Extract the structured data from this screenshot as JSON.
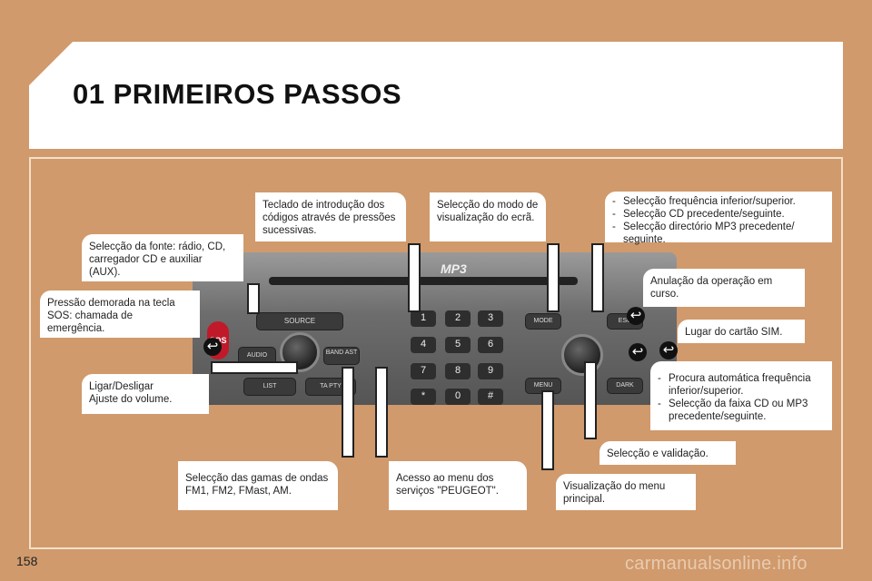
{
  "header": {
    "title": "01 PRIMEIROS PASSOS"
  },
  "page_number": "158",
  "watermark": "carmanualsonline.info",
  "device": {
    "brand_label": "MP3",
    "buttons": {
      "source": "SOURCE",
      "audio": "AUDIO",
      "band": "BAND AST",
      "list": "LIST",
      "ta_pty": "TA PTY",
      "mode": "MODE",
      "esc": "ESC",
      "menu": "MENU",
      "dark": "DARK",
      "sos": "SOS"
    },
    "keypad": [
      "1",
      "2",
      "3",
      "4",
      "5",
      "6",
      "7",
      "8",
      "9",
      "*",
      "0",
      "#"
    ]
  },
  "callouts": {
    "source_select": "Selecção da fonte: rádio, CD, carregador CD e auxiliar (AUX).",
    "sos_line1": "Pressão demorada na tecla",
    "sos_line2": "SOS: chamada de emergência.",
    "power_line1": "Ligar/Desligar",
    "power_line2": "Ajuste do volume.",
    "keypad_codes": "Teclado de introdução dos códigos através de pressões sucessivas.",
    "display_mode": "Selecção do modo de visualização do ecrã.",
    "freq_items": [
      "Selecção frequência inferior/superior.",
      "Selecção CD precedente/seguinte.",
      "Selecção directório MP3 precedente/ seguinte."
    ],
    "cancel": "Anulação da operação em curso.",
    "sim": "Lugar do cartão SIM.",
    "auto_items": [
      "Procura automática frequência inferior/superior.",
      "Selecção da faixa CD ou MP3 precedente/seguinte."
    ],
    "validate": "Selecção e validação.",
    "bands": "Selecção das gamas de ondas FM1, FM2, FMast, AM.",
    "services_line1": "Acesso ao menu dos",
    "services_line2": "serviços \"PEUGEOT\".",
    "main_menu": "Visualização do menu principal."
  }
}
